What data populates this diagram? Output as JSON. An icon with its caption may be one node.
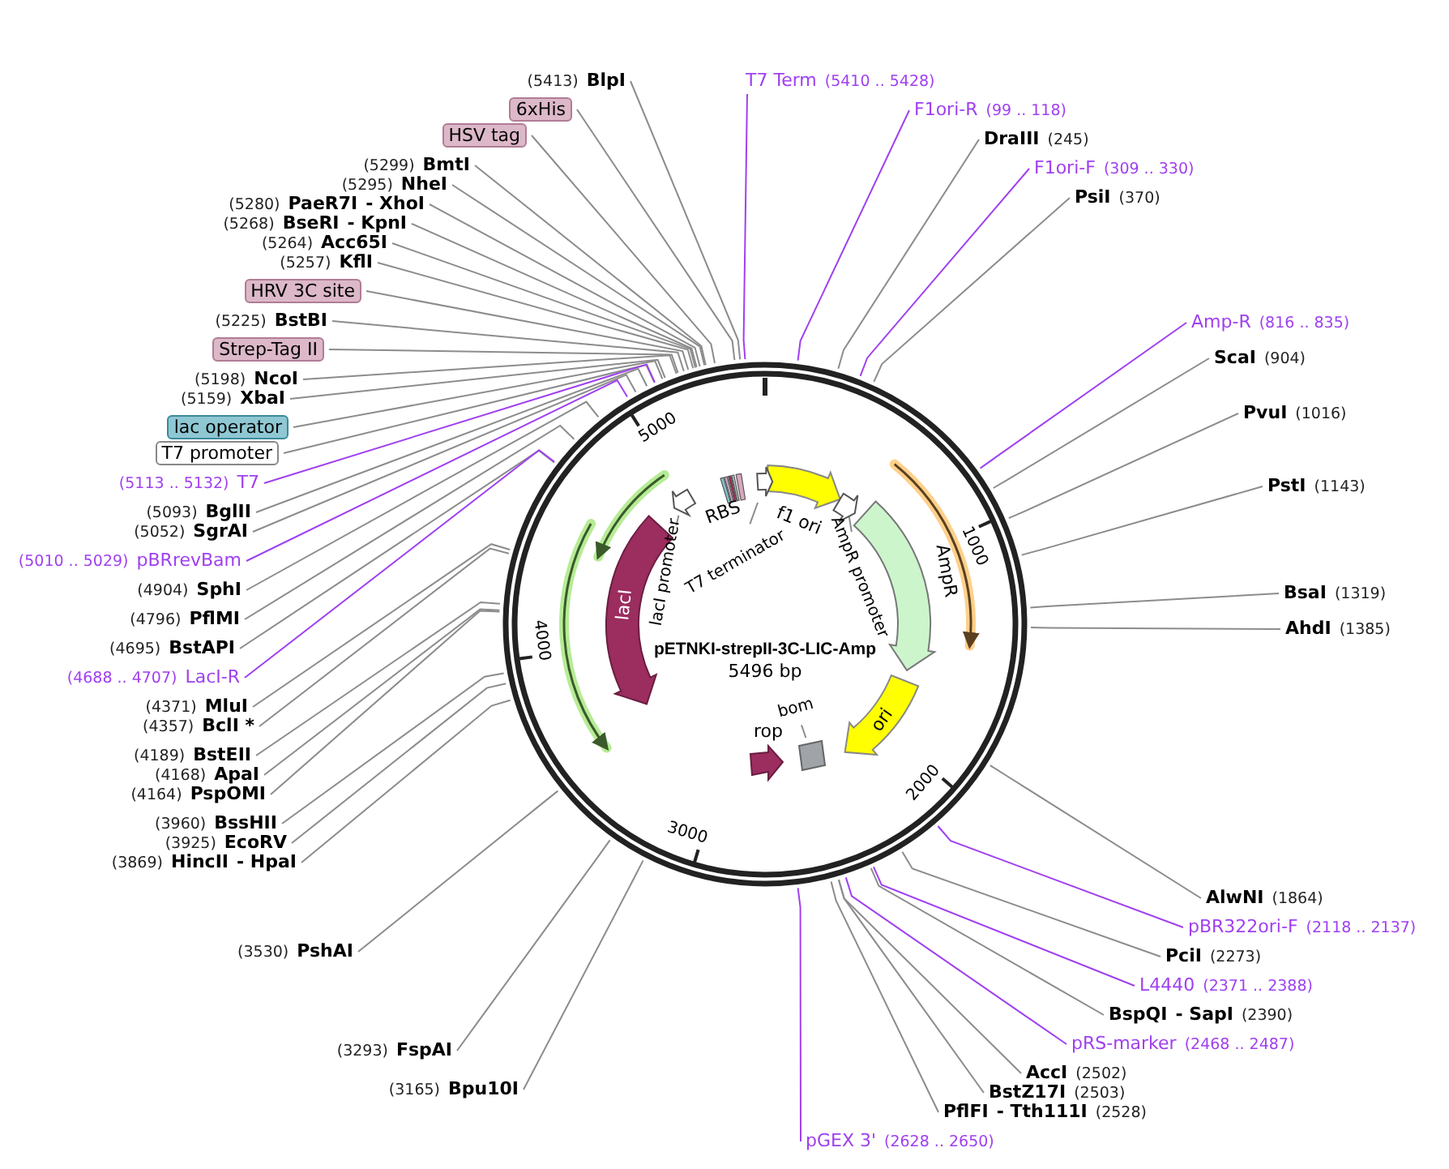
{
  "diagram": {
    "title": "pETNKI-strepII-3C-LIC-Amp",
    "nodes": [
      {
        "text": [
          "(5413)",
          "BlpI"
        ]
      },
      {
        "text": [
          "6xHis"
        ]
      },
      {
        "text": [
          "HSV tag"
        ]
      },
      {
        "text": [
          "(5299)",
          "BmtI"
        ]
      },
      {
        "text": [
          "(5295)",
          "NheI"
        ]
      },
      {
        "text": [
          "(5280)",
          "PaeR7I",
          "- XhoI"
        ]
      },
      {
        "text": [
          "(5268)",
          "BseRI",
          "- KpnI"
        ]
      },
      {
        "text": [
          "(5264)",
          "Acc65I"
        ]
      },
      {
        "text": [
          "(5257)",
          "KflI"
        ]
      },
      {
        "text": [
          "HRV 3C site"
        ]
      },
      {
        "text": [
          "(5225)",
          "BstBI"
        ]
      },
      {
        "text": [
          "Strep-Tag II"
        ]
      },
      {
        "text": [
          "(5198)",
          "NcoI"
        ]
      },
      {
        "text": [
          "(5159)",
          "XbaI"
        ]
      },
      {
        "text": [
          "lac operator"
        ]
      },
      {
        "text": [
          "T7 promoter"
        ]
      },
      {
        "text": [
          "(5113 .. 5132)",
          "T7"
        ]
      },
      {
        "text": [
          "(5093)",
          "BglII"
        ]
      },
      {
        "text": [
          "(5052)",
          "SgrAI"
        ]
      },
      {
        "text": [
          "(5010 .. 5029)",
          "pBRrevBam"
        ]
      },
      {
        "text": [
          "(4904)",
          "SphI"
        ]
      },
      {
        "text": [
          "(4796)",
          "PflMI"
        ]
      },
      {
        "text": [
          "(4695)",
          "BstAPI"
        ]
      },
      {
        "text": [
          "(4688 .. 4707)",
          "LacI-R"
        ]
      },
      {
        "text": [
          "(4371)",
          "MluI"
        ]
      },
      {
        "text": [
          "(4357)",
          "BclI *"
        ]
      },
      {
        "text": [
          "(4189)",
          "BstEII"
        ]
      },
      {
        "text": [
          "(4168)",
          "ApaI"
        ]
      },
      {
        "text": [
          "(4164)",
          "PspOMI"
        ]
      },
      {
        "text": [
          "(3960)",
          "BssHII"
        ]
      },
      {
        "text": [
          "(3925)",
          "EcoRV"
        ]
      },
      {
        "text": [
          "(3869)",
          "HincII",
          "- HpaI"
        ]
      },
      {
        "text": [
          "(3530)",
          "PshAI"
        ]
      },
      {
        "text": [
          "(3293)",
          "FspAI"
        ]
      },
      {
        "text": [
          "(3165)",
          "Bpu10I"
        ]
      },
      {
        "text": [
          "T7 Term",
          "(5410 .. 5428)"
        ]
      },
      {
        "text": [
          "F1ori-R",
          "(99 .. 118)"
        ]
      },
      {
        "text": [
          "DraIII",
          "(245)"
        ]
      },
      {
        "text": [
          "F1ori-F",
          "(309 .. 330)"
        ]
      },
      {
        "text": [
          "PsiI",
          "(370)"
        ]
      },
      {
        "text": [
          "Amp-R",
          "(816 .. 835)"
        ]
      },
      {
        "text": [
          "ScaI",
          "(904)"
        ]
      },
      {
        "text": [
          "PvuI",
          "(1016)"
        ]
      },
      {
        "text": [
          "PstI",
          "(1143)"
        ]
      },
      {
        "text": [
          "BsaI",
          "(1319)"
        ]
      },
      {
        "text": [
          "AhdI",
          "(1385)"
        ]
      },
      {
        "text": [
          "AlwNI",
          "(1864)"
        ]
      },
      {
        "text": [
          "pBR322ori-F",
          "(2118 .. 2137)"
        ]
      },
      {
        "text": [
          "PciI",
          "(2273)"
        ]
      },
      {
        "text": [
          "L4440",
          "(2371 .. 2388)"
        ]
      },
      {
        "text": [
          "BspQI",
          "- SapI",
          "(2390)"
        ]
      },
      {
        "text": [
          "pRS-marker",
          "(2468 .. 2487)"
        ]
      },
      {
        "text": [
          "AccI",
          "(2502)"
        ]
      },
      {
        "text": [
          "BstZ17I",
          "(2503)"
        ]
      },
      {
        "text": [
          "PflFI",
          "- Tth111I",
          "(2528)"
        ]
      },
      {
        "text": [
          "pGEX 3'",
          "(2628 .. 2650)"
        ]
      },
      {
        "text": [
          "lacI"
        ]
      },
      {
        "text": [],
        "shape": "arrow",
        "beside": [
          "AmpR"
        ]
      },
      {
        "text": [
          "ori"
        ]
      },
      {
        "text": [],
        "shape": "arrow",
        "beside": [
          "f1 ori"
        ]
      },
      {
        "text": [],
        "shape": "arrow",
        "beside": [
          "rop"
        ]
      },
      {
        "text": [
          "bom"
        ]
      },
      {
        "text": [],
        "shape": "box"
      },
      {
        "text": [
          "AmpR promoter"
        ]
      },
      {
        "text": [],
        "shape": "arrow"
      },
      {
        "text": [
          "T7 terminator"
        ]
      },
      {
        "text": [],
        "shape": "arrow"
      },
      {
        "text": [
          "lacI promoter"
        ]
      },
      {
        "text": [],
        "shape": "arrow"
      }
    ],
    "edges": [
      {
        "from": 0,
        "to": null,
        "arrow": "none"
      },
      {
        "from": 1,
        "to": null,
        "arrow": "none"
      },
      {
        "from": 2,
        "to": null,
        "arrow": "none"
      },
      {
        "from": 3,
        "to": null,
        "arrow": "none"
      },
      {
        "from": 4,
        "to": null,
        "arrow": "none"
      },
      {
        "from": 5,
        "to": null,
        "arrow": "none"
      },
      {
        "from": 6,
        "to": null,
        "arrow": "none"
      },
      {
        "from": 7,
        "to": null,
        "arrow": "none"
      },
      {
        "from": 8,
        "to": null,
        "arrow": "none"
      },
      {
        "from": 9,
        "to": null,
        "arrow": "none"
      },
      {
        "from": 10,
        "to": null,
        "arrow": "none"
      },
      {
        "from": 11,
        "to": null,
        "arrow": "none"
      },
      {
        "from": 12,
        "to": null,
        "arrow": "none"
      },
      {
        "from": 13,
        "to": null,
        "arrow": "none"
      },
      {
        "from": 14,
        "to": null,
        "arrow": "none"
      },
      {
        "from": 15,
        "to": null,
        "arrow": "none"
      },
      {
        "from": 16,
        "to": null,
        "arrow": "none",
        "color": "#a040f0"
      },
      {
        "from": 17,
        "to": null,
        "arrow": "none"
      },
      {
        "from": 18,
        "to": null,
        "arrow": "none"
      },
      {
        "from": 19,
        "to": null,
        "arrow": "none",
        "color": "#a040f0"
      },
      {
        "from": 20,
        "to": null,
        "arrow": "none"
      },
      {
        "from": 21,
        "to": null,
        "arrow": "none"
      },
      {
        "from": 22,
        "to": null,
        "arrow": "none"
      },
      {
        "from": 23,
        "to": null,
        "arrow": "none",
        "color": "#a040f0"
      },
      {
        "from": 24,
        "to": null,
        "arrow": "none"
      },
      {
        "from": 25,
        "to": null,
        "arrow": "none"
      },
      {
        "from": 26,
        "to": null,
        "arrow": "none"
      },
      {
        "from": 27,
        "to": null,
        "arrow": "none"
      },
      {
        "from": 28,
        "to": null,
        "arrow": "none"
      },
      {
        "from": 29,
        "to": null,
        "arrow": "none"
      },
      {
        "from": 30,
        "to": null,
        "arrow": "none"
      },
      {
        "from": 31,
        "to": null,
        "arrow": "none"
      },
      {
        "from": 32,
        "to": null,
        "arrow": "none"
      },
      {
        "from": 33,
        "to": null,
        "arrow": "none"
      },
      {
        "from": 34,
        "to": null,
        "arrow": "none"
      },
      {
        "from": 35,
        "to": null,
        "arrow": "none",
        "color": "#a040f0"
      },
      {
        "from": 36,
        "to": null,
        "arrow": "none",
        "color": "#a040f0"
      },
      {
        "from": 37,
        "to": null,
        "arrow": "none"
      },
      {
        "from": 38,
        "to": null,
        "arrow": "none",
        "color": "#a040f0"
      },
      {
        "from": 39,
        "to": null,
        "arrow": "none"
      },
      {
        "from": 40,
        "to": null,
        "arrow": "none",
        "color": "#a040f0"
      },
      {
        "from": 41,
        "to": null,
        "arrow": "none"
      },
      {
        "from": 42,
        "to": null,
        "arrow": "none"
      },
      {
        "from": 43,
        "to": null,
        "arrow": "none"
      },
      {
        "from": 44,
        "to": null,
        "arrow": "none"
      },
      {
        "from": 45,
        "to": null,
        "arrow": "none"
      },
      {
        "from": 46,
        "to": null,
        "arrow": "none"
      },
      {
        "from": 47,
        "to": null,
        "arrow": "none",
        "color": "#a040f0"
      },
      {
        "from": 48,
        "to": null,
        "arrow": "none"
      },
      {
        "from": 49,
        "to": null,
        "arrow": "none",
        "color": "#a040f0"
      },
      {
        "from": 50,
        "to": null,
        "arrow": "none"
      },
      {
        "from": 51,
        "to": null,
        "arrow": "none",
        "color": "#a040f0"
      },
      {
        "from": 52,
        "to": null,
        "arrow": "none"
      },
      {
        "from": 53,
        "to": null,
        "arrow": "none"
      },
      {
        "from": 54,
        "to": null,
        "arrow": "none"
      },
      {
        "from": 55,
        "to": null,
        "arrow": "none",
        "color": "#a040f0"
      },
      {
        "from": 61,
        "to": 62,
        "arrow": "none"
      },
      {
        "from": 63,
        "to": 64,
        "arrow": "none"
      },
      {
        "from": 65,
        "to": 66,
        "arrow": "none"
      },
      {
        "from": 67,
        "to": 68,
        "arrow": "none"
      }
    ],
    "labels": [
      "RBS",
      "5496 bp",
      "1000",
      "2000",
      "3000",
      "4000",
      "5000"
    ]
  }
}
